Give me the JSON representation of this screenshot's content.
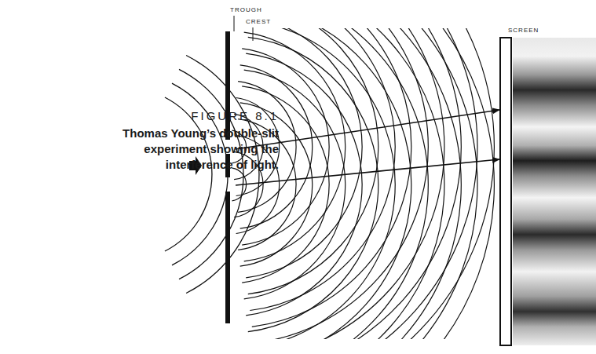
{
  "diagram": {
    "title": "FIGURE 8.1",
    "caption": "Thomas Young’s double-slit experiment showing the interference of light.",
    "labels": [
      "TROUGH",
      "CREST",
      "SCREEN"
    ]
  }
}
